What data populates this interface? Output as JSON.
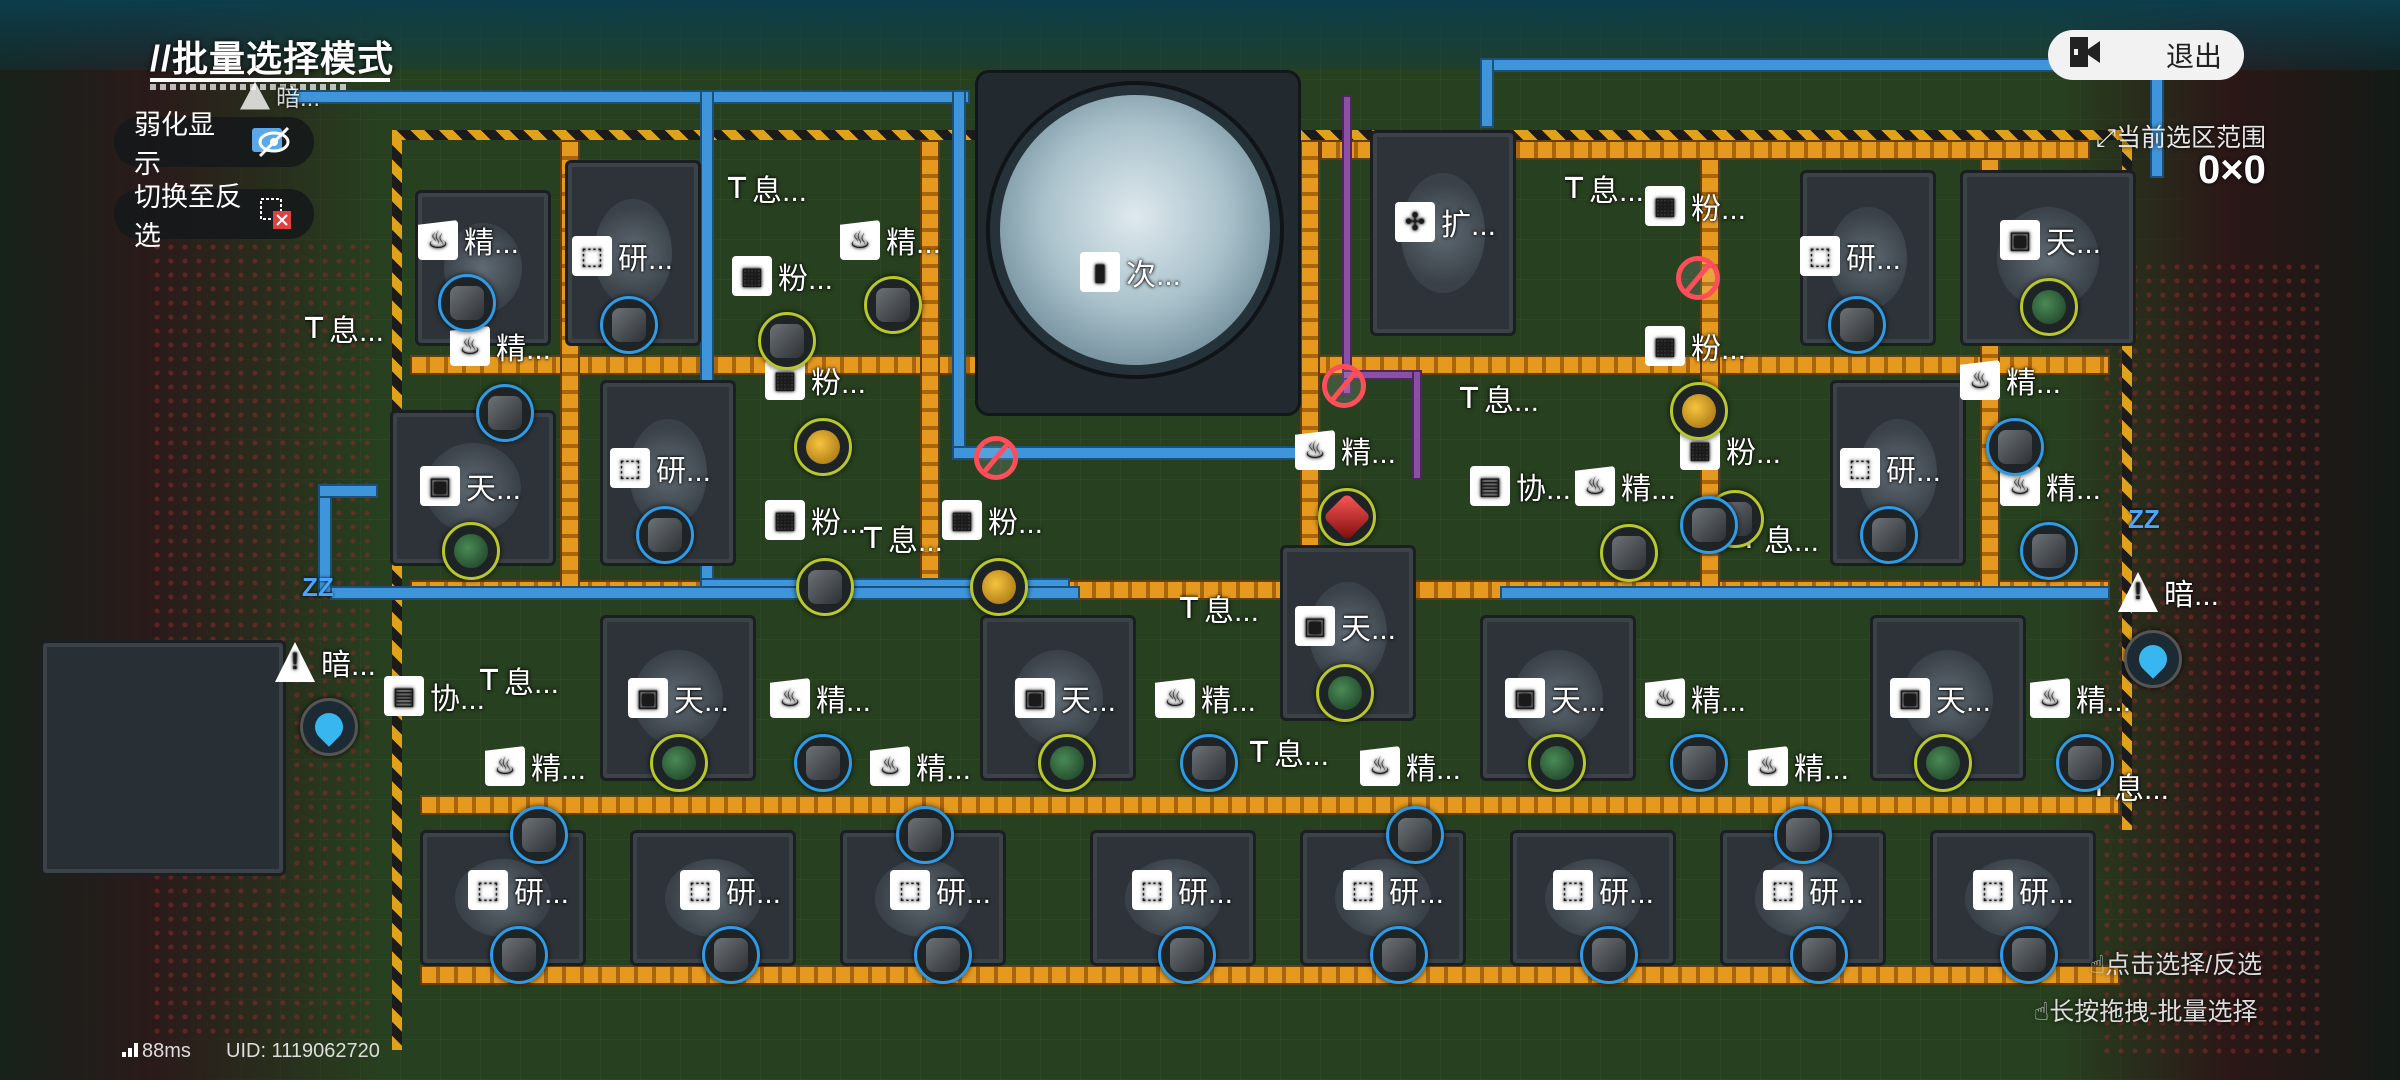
{
  "hud": {
    "mode_title": "//批量选择模式",
    "weaken_display_label": "弱化显示",
    "toggle_inverse_label": "切换至反选",
    "exit_label": "退出",
    "selection_range_label": "当前选区范围",
    "selection_range_value": "0×0",
    "hint_tap": "点击选择/反选",
    "hint_drag": "长按拖拽-批量选择",
    "ping": "88ms",
    "uid": "UID: 1119062720",
    "overlay_fragment": "暗..."
  },
  "labels": {
    "refine": "精...",
    "research": "研...",
    "grind": "粉...",
    "rest": "息...",
    "sky": "天...",
    "dark": "暗...",
    "coop": "协...",
    "secondary": "次...",
    "expand": "扩..."
  },
  "icons": {
    "refine": "refinery-icon",
    "research": "research-icon",
    "grind": "grinder-icon",
    "rest": "relay-pole-icon",
    "sky": "sky-unit-icon",
    "dark": "warning-triangle-icon",
    "coop": "document-icon",
    "secondary": "core-pillar-icon",
    "expand": "fan-icon",
    "ban": "ban-icon",
    "water": "water-drop-icon"
  },
  "colors": {
    "belt": "#e59a1f",
    "pipe": "#3f95d9",
    "ban": "#ff4e5a",
    "slot_ring_blue": "#2f9be6",
    "slot_ring_yellow": "#b8c72a"
  }
}
